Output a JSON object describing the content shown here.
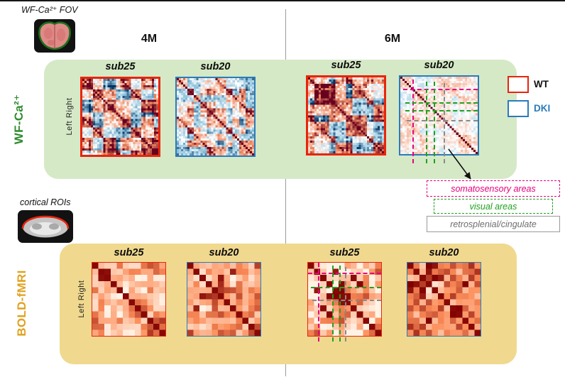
{
  "figure": {
    "fov_label": "WF-Ca²⁺ FOV",
    "roi_label": "cortical ROIs",
    "columns": {
      "m4": "4M",
      "m6": "6M"
    }
  },
  "legend": {
    "wt_label": "WT",
    "dki_label": "DKI",
    "wt_color": "#e8250c",
    "dki_color": "#2b7bba",
    "wt_label_color": "#111111",
    "dki_label_color": "#2b7bba"
  },
  "annotations": [
    {
      "label": "somatosensory areas",
      "text_color": "#e6007e",
      "border_color": "#e6007e",
      "border_style": "dashed"
    },
    {
      "label": "visual areas",
      "text_color": "#1fa11f",
      "border_color": "#1fa11f",
      "border_style": "dashed"
    },
    {
      "label": "retrosplenial/cingulate",
      "text_color": "#6e6e6e",
      "border_color": "#9a9a9a",
      "border_style": "solid"
    }
  ],
  "panels": {
    "ca": {
      "label": "WF-Ca²⁺",
      "text_color": "#2e8b2e",
      "bg": "#d5e9c6",
      "axis_label": "Left  Right"
    },
    "bold": {
      "label": "BOLD-fMRI",
      "text_color": "#e0a220",
      "bg": "#f0d98e",
      "axis_label": "Left  Right"
    }
  },
  "chart_data": {
    "type": "heatmap",
    "description": "Functional connectivity correlation matrices for two subjects (sub25 WT, sub20 DKI) at 4M and 6M, measured with wide-field Ca2+ imaging (fine ROI parcellation, RdBu colormap, range -1..1, dark red diagonal, hemispheric block structure) and BOLD-fMRI (coarse cortical ROI parcellation, OrRd colormap, range 0..1, dark red diagonal). The 6M DKI Ca2+ matrix shows strongly reduced connectivity (washed out). Dashed guide lines mark somatosensory (magenta), visual (green) and retrosplenial/cingulate (gray) areas. Exact per-cell values are not legible at screenshot scale; matrices are reproduced generatively with the parameters below.",
    "value_range_ca": [
      -1,
      1
    ],
    "value_range_bold": [
      0,
      1
    ],
    "matrices": [
      {
        "id": "ca-4m-sub25",
        "kind": "ca",
        "timepoint": "4M",
        "subject": "sub25",
        "genotype": "WT",
        "border_color": "#e8250c",
        "border_width": 3.5,
        "n": 36,
        "seed": 11,
        "amp": 1.0,
        "noise": 1.0,
        "overlays": []
      },
      {
        "id": "ca-4m-sub20",
        "kind": "ca",
        "timepoint": "4M",
        "subject": "sub20",
        "genotype": "DKI",
        "border_color": "#2b7bba",
        "border_width": 2.5,
        "n": 36,
        "seed": 27,
        "amp": 0.8,
        "noise": 1.0,
        "overlays": []
      },
      {
        "id": "ca-6m-sub25",
        "kind": "ca",
        "timepoint": "6M",
        "subject": "sub25",
        "genotype": "WT",
        "border_color": "#e8250c",
        "border_width": 3.5,
        "n": 36,
        "seed": 53,
        "amp": 0.95,
        "noise": 1.0,
        "overlays": []
      },
      {
        "id": "ca-6m-sub20",
        "kind": "ca",
        "timepoint": "6M",
        "subject": "sub20",
        "genotype": "DKI",
        "border_color": "#2b7bba",
        "border_width": 2.5,
        "n": 36,
        "seed": 71,
        "amp": 0.22,
        "noise": 0.55,
        "overlays": [
          {
            "dir": "h",
            "pos": 0.16,
            "start": 0.04,
            "end": 1.0,
            "color": "#e6007e"
          },
          {
            "dir": "v",
            "pos": 0.16,
            "start": 0.04,
            "end": 1.12,
            "color": "#e6007e"
          },
          {
            "dir": "h",
            "pos": 0.33,
            "start": 0.06,
            "end": 1.0,
            "color": "#1fa11f"
          },
          {
            "dir": "h",
            "pos": 0.43,
            "start": 0.06,
            "end": 1.0,
            "color": "#1fa11f"
          },
          {
            "dir": "v",
            "pos": 0.33,
            "start": 0.06,
            "end": 1.12,
            "color": "#1fa11f"
          },
          {
            "dir": "v",
            "pos": 0.43,
            "start": 0.06,
            "end": 1.12,
            "color": "#1fa11f"
          },
          {
            "dir": "h",
            "pos": 0.56,
            "start": 0.08,
            "end": 1.0,
            "color": "#8a8a8a"
          },
          {
            "dir": "v",
            "pos": 0.56,
            "start": 0.08,
            "end": 1.12,
            "color": "#8a8a8a"
          }
        ]
      },
      {
        "id": "bold-4m-sub25",
        "kind": "bold",
        "timepoint": "4M",
        "subject": "sub25",
        "genotype": "WT",
        "border_color": "#e8250c",
        "border_width": 1.5,
        "n": 12,
        "seed": 101,
        "base": 0.34,
        "overlays": []
      },
      {
        "id": "bold-4m-sub20",
        "kind": "bold",
        "timepoint": "4M",
        "subject": "sub20",
        "genotype": "DKI",
        "border_color": "#2b7bba",
        "border_width": 1.5,
        "n": 12,
        "seed": 113,
        "base": 0.38,
        "overlays": []
      },
      {
        "id": "bold-6m-sub25",
        "kind": "bold",
        "timepoint": "6M",
        "subject": "sub25",
        "genotype": "WT",
        "border_color": "#e8250c",
        "border_width": 1.5,
        "n": 12,
        "seed": 131,
        "base": 0.3,
        "overlays": [
          {
            "dir": "h",
            "pos": 0.14,
            "start": 0.0,
            "end": 1.0,
            "color": "#e6007e"
          },
          {
            "dir": "v",
            "pos": 0.14,
            "start": 0.0,
            "end": 1.08,
            "color": "#e6007e"
          },
          {
            "dir": "h",
            "pos": 0.33,
            "start": 0.04,
            "end": 1.0,
            "color": "#1fa11f"
          },
          {
            "dir": "v",
            "pos": 0.33,
            "start": 0.04,
            "end": 1.08,
            "color": "#1fa11f"
          },
          {
            "dir": "v",
            "pos": 0.43,
            "start": 0.04,
            "end": 1.08,
            "color": "#1fa11f"
          },
          {
            "dir": "h",
            "pos": 0.5,
            "start": 0.06,
            "end": 1.0,
            "color": "#8a8a8a"
          },
          {
            "dir": "v",
            "pos": 0.5,
            "start": 0.06,
            "end": 1.08,
            "color": "#8a8a8a"
          }
        ]
      },
      {
        "id": "bold-6m-sub20",
        "kind": "bold",
        "timepoint": "6M",
        "subject": "sub20",
        "genotype": "DKI",
        "border_color": "#2b7bba",
        "border_width": 1.5,
        "n": 12,
        "seed": 149,
        "base": 0.5,
        "overlays": []
      }
    ]
  }
}
